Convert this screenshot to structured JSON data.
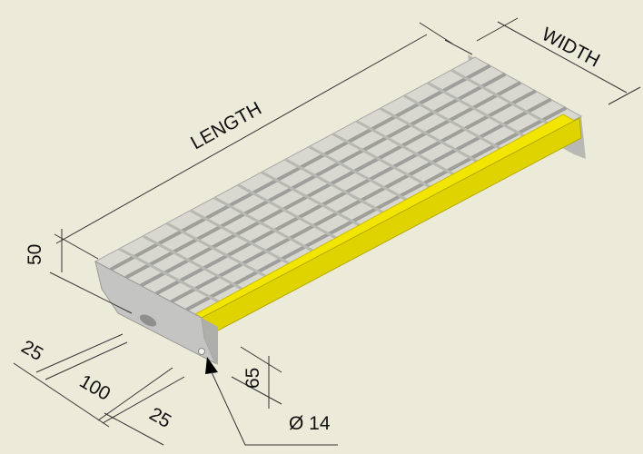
{
  "dimensions": {
    "length": "LENGTH",
    "width": "WIDTH",
    "height": "50",
    "slot_offset_1": "25",
    "slot_spacing": "100",
    "slot_offset_2": "25",
    "hole_height": "65",
    "hole_diameter": "Ø 14"
  },
  "colors": {
    "background": "#ecead9",
    "steel": "#c4c4c2",
    "nosing": "#f2e600"
  }
}
